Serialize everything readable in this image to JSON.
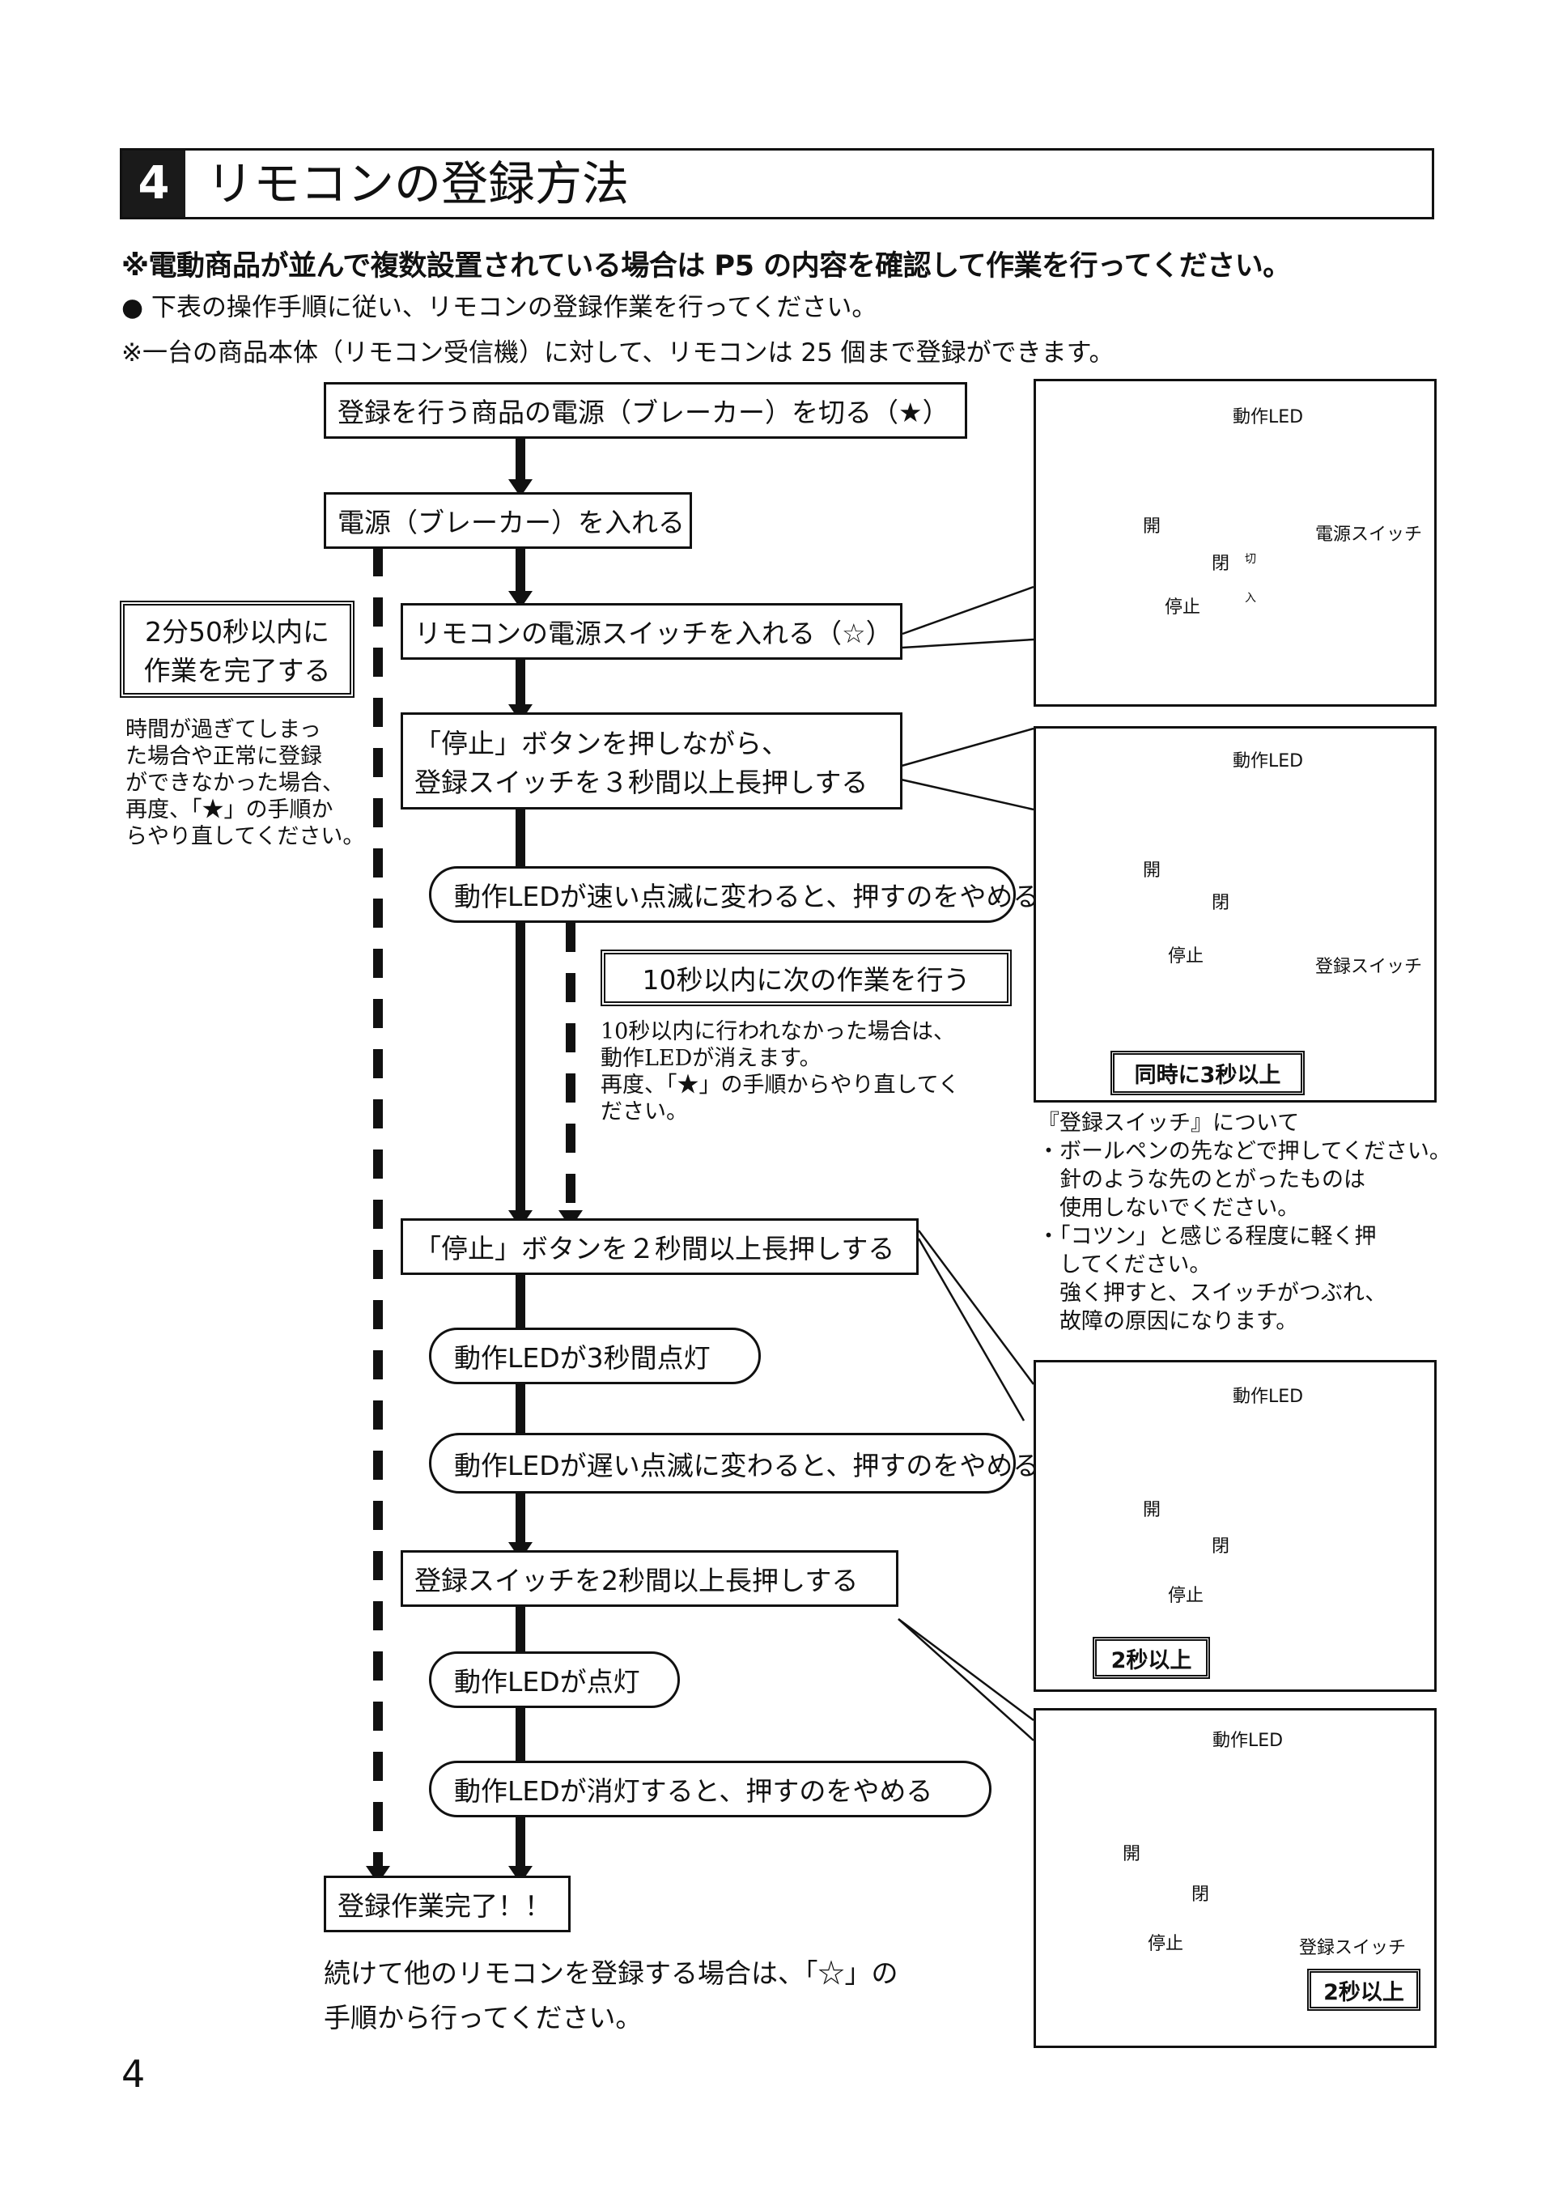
{
  "header": {
    "number": "4",
    "title": "リモコンの登録方法"
  },
  "notice": "※電動商品が並んで複数設置されている場合は  P5  の内容を確認して作業を行ってください。",
  "bullet": "● 下表の操作手順に従い、リモコンの登録作業を行ってください。",
  "note2": "※一台の商品本体（リモコン受信機）に対して、リモコンは 25 個まで登録ができます。",
  "flow": {
    "step1": "登録を行う商品の電源（ブレーカー）を切る（★）",
    "step2": "電源（ブレーカー）を入れる",
    "step3": "リモコンの電源スイッチを入れる（☆）",
    "step4_line1": "「停止」ボタンを押しながら、",
    "step4_line2": "登録スイッチを３秒間以上長押しする",
    "pill1": "動作LEDが速い点滅に変わると、押すのをやめる",
    "within10": "10秒以内に次の作業を行う",
    "within10_note": [
      "10秒以内に行われなかった場合は、",
      "動作LEDが消えます。",
      "再度、「★」の手順からやり直してく",
      "ださい。"
    ],
    "step5": "「停止」ボタンを２秒間以上長押しする",
    "pill2": "動作LEDが3秒間点灯",
    "pill3": "動作LEDが遅い点滅に変わると、押すのをやめる",
    "step6": "登録スイッチを2秒間以上長押しする",
    "pill4": "動作LEDが点灯",
    "pill5": "動作LEDが消灯すると、押すのをやめる",
    "done": "登録作業完了！！",
    "continue_note": [
      "続けて他のリモコンを登録する場合は、「☆」の",
      "手順から行ってください。"
    ]
  },
  "side": {
    "timelimit_line1": "2分50秒以内に",
    "timelimit_line2": "作業を完了する",
    "timelimit_note": [
      "時間が過ぎてしまっ",
      "た場合や正常に登録",
      "ができなかった場合、",
      "再度、「★」の手順か",
      "らやり直してください。"
    ]
  },
  "panels": {
    "p1": {
      "led": "動作LED",
      "switch": "電源スイッチ"
    },
    "p2": {
      "led": "動作LED",
      "switch": "登録スイッチ",
      "badge": "同時に3秒以上"
    },
    "p3": {
      "led": "動作LED",
      "badge": "2秒以上"
    },
    "p4": {
      "led": "動作LED",
      "switch": "登録スイッチ",
      "badge": "2秒以上"
    }
  },
  "remote": {
    "open": "開",
    "close": "閉",
    "stop": "停止",
    "off": "切",
    "on": "入"
  },
  "switch_note": [
    "『登録スイッチ』について",
    "・ボールペンの先などで押してください。",
    "　針のような先のとがったものは",
    "　使用しないでください。",
    "・「コツン」と感じる程度に軽く押",
    "　してください。",
    "　強く押すと、スイッチがつぶれ、",
    "　故障の原因になります。"
  ],
  "page_number": "4"
}
